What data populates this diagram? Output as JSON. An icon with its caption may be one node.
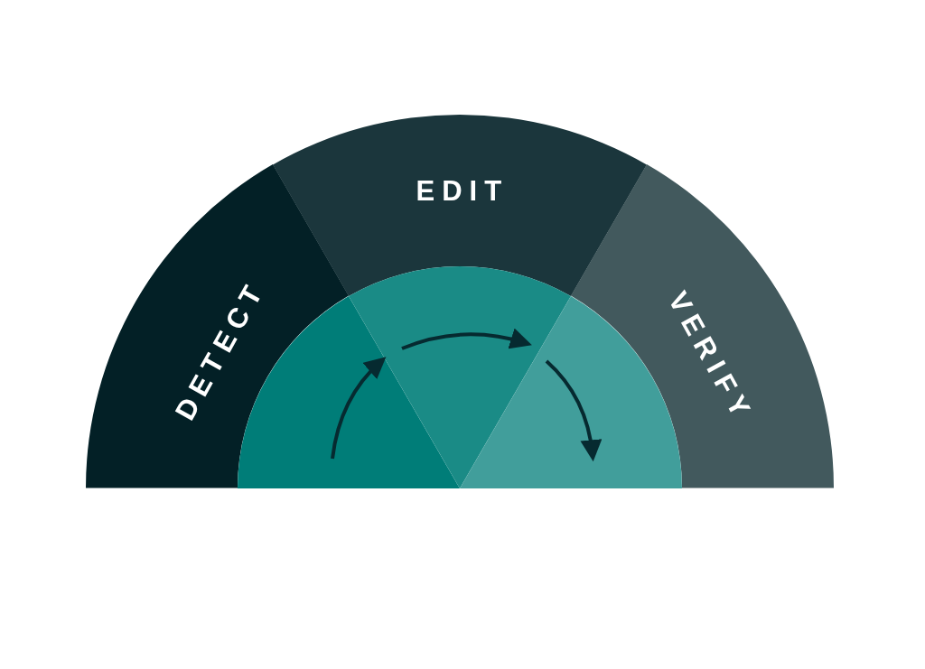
{
  "diagram": {
    "nodes": [
      {
        "text": [
          "DETECT"
        ]
      },
      {
        "text": [
          "EDIT"
        ]
      },
      {
        "text": [
          "VERIFY"
        ]
      },
      {
        "text": [],
        "shape": "wedge"
      },
      {
        "text": [],
        "shape": "wedge"
      },
      {
        "text": [],
        "shape": "wedge"
      }
    ],
    "edges": [
      {
        "from": 3,
        "to": 4,
        "arrow": "to"
      },
      {
        "from": 4,
        "to": 5,
        "arrow": "to"
      },
      {
        "from": null,
        "to": 5,
        "arrow": "to"
      }
    ]
  }
}
